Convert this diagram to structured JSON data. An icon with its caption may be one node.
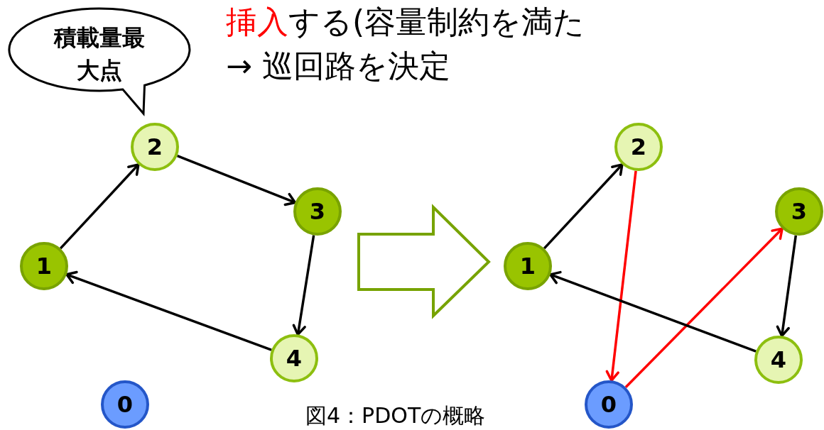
{
  "diagram": {
    "caption": "図4：PDOTの概略",
    "nodes": [
      {
        "text": [
          "積載量最大点"
        ]
      },
      {
        "text": [
          "2"
        ]
      },
      {
        "text": [
          "3"
        ]
      },
      {
        "text": [
          "1"
        ]
      },
      {
        "text": [
          "4"
        ]
      },
      {
        "text": [
          "0"
        ]
      },
      {
        "text": [
          "2"
        ]
      },
      {
        "text": [
          "3"
        ]
      },
      {
        "text": [
          "1"
        ]
      },
      {
        "text": [
          "4"
        ]
      },
      {
        "text": [
          "0"
        ]
      }
    ],
    "edges": [
      {
        "from": 3,
        "to": 1,
        "arrow": "to"
      },
      {
        "from": 1,
        "to": 2,
        "arrow": "to"
      },
      {
        "from": 2,
        "to": 4,
        "arrow": "to"
      },
      {
        "from": 4,
        "to": 3,
        "arrow": "to"
      },
      {
        "from": 8,
        "to": 6,
        "arrow": "to"
      },
      {
        "from": 6,
        "to": 10,
        "arrow": "to",
        "color": "#ff0000"
      },
      {
        "from": 10,
        "to": 7,
        "arrow": "to",
        "color": "#ff0000"
      },
      {
        "from": 7,
        "to": 9,
        "arrow": "to"
      },
      {
        "from": 9,
        "to": 8,
        "arrow": "to"
      }
    ],
    "labels": [
      "挿入",
      "する(容量制約を満た",
      "→ 巡回路を決定"
    ]
  }
}
